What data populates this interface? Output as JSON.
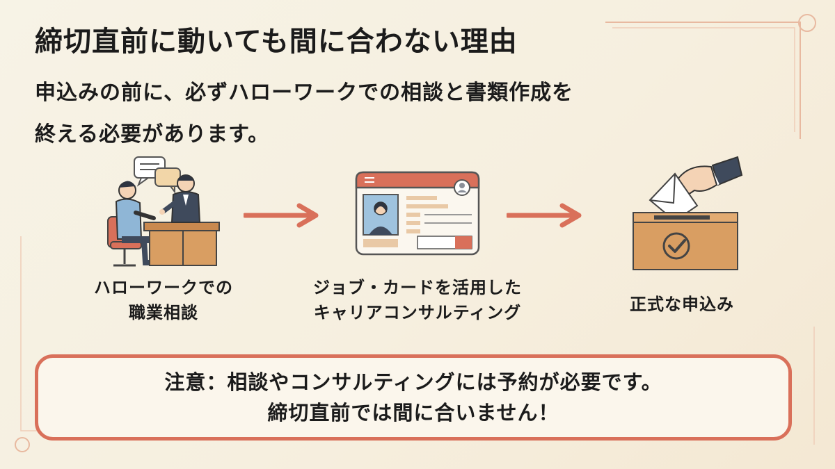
{
  "title": "締切直前に動いても間に合わない理由",
  "subtitle": {
    "line1": "申込みの前に、必ずハローワークでの相談と書類作成を",
    "line2": "終える必要があります。"
  },
  "steps": [
    {
      "icon": "consultation-icon",
      "line1": "ハローワークでの",
      "line2": "職業相談"
    },
    {
      "icon": "job-card-icon",
      "line1": "ジョブ・カードを活用した",
      "line2": "キャリアコンサルティング"
    },
    {
      "icon": "ballot-box-icon",
      "line1": "正式な申込み",
      "line2": ""
    }
  ],
  "notice": {
    "line1": "注意：相談やコンサルティングには予約が必要です。",
    "line2": "締切直前では間に合いません！"
  },
  "colors": {
    "accent": "#d9705a",
    "background": "#f7f3e6",
    "wood": "#c9894f",
    "suit": "#3f4a5c",
    "shirt": "#8fb6d6"
  }
}
